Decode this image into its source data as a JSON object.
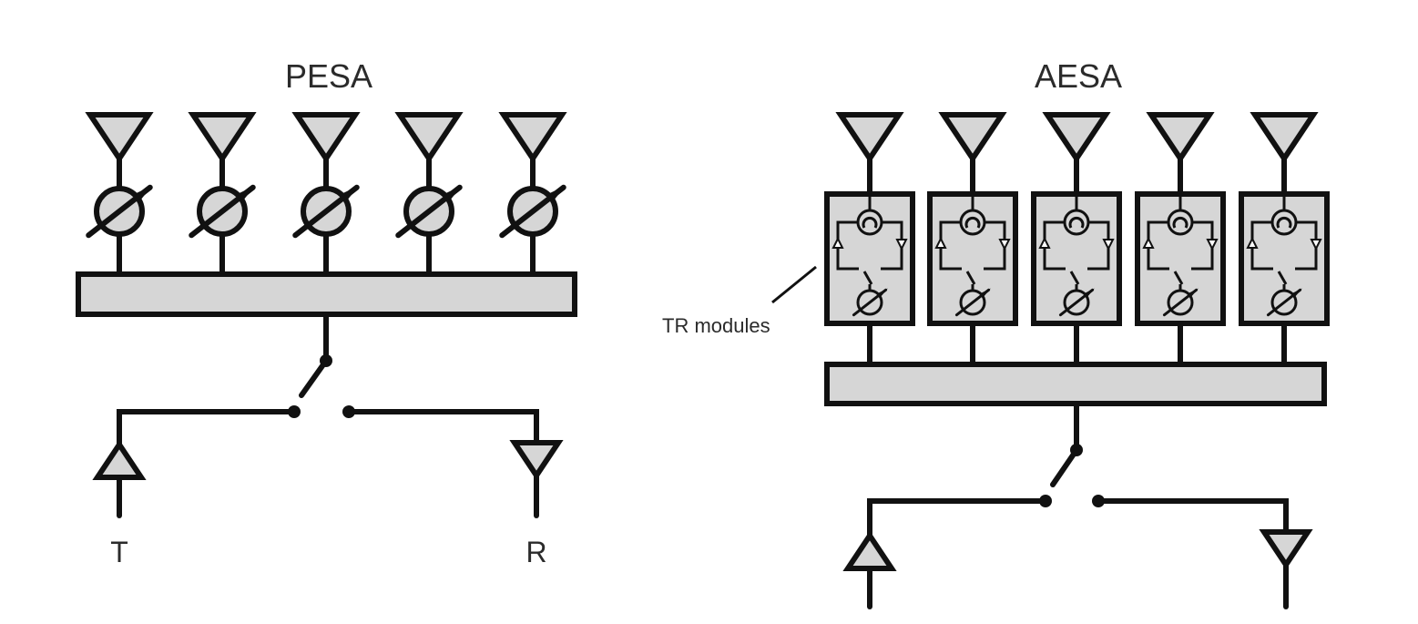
{
  "pesa": {
    "title": "PESA",
    "transmit_label": "T",
    "receive_label": "R",
    "element_count": 5,
    "components": [
      "antenna-icon",
      "phase-shifter-icon",
      "feed-network",
      "tr-switch",
      "transmitter-icon",
      "receiver-icon"
    ]
  },
  "aesa": {
    "title": "AESA",
    "callout": "TR modules",
    "element_count": 5,
    "module_components": [
      "circulator-icon",
      "transmit-amplifier-icon",
      "receive-amplifier-icon",
      "phase-shifter-icon"
    ],
    "components": [
      "antenna-icon",
      "tr-module",
      "feed-network",
      "tr-switch",
      "transmitter-icon",
      "receiver-icon"
    ]
  },
  "colors": {
    "line": "#111111",
    "fill": "#d6d6d6",
    "text": "#2b2b2b",
    "background": "#ffffff"
  }
}
